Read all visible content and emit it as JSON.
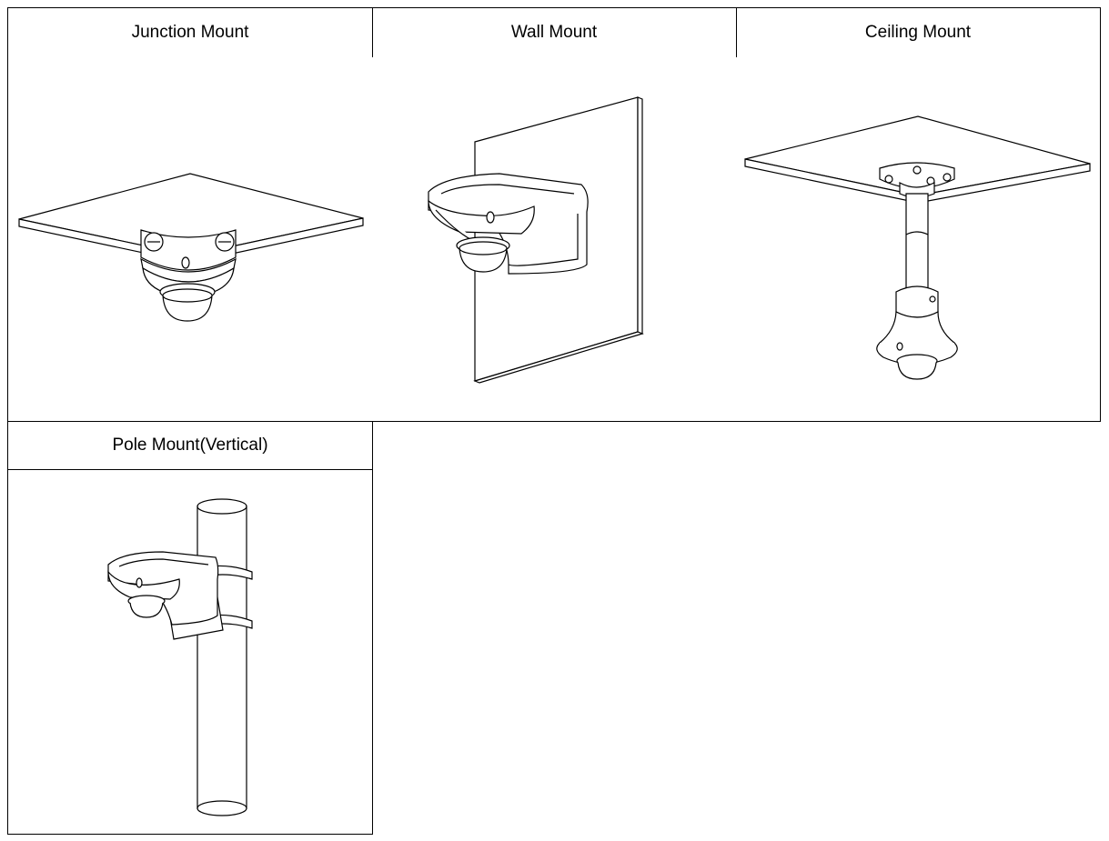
{
  "mounts": [
    {
      "label": "Junction Mount",
      "illustration": "junction-mount-illustration"
    },
    {
      "label": "Wall Mount",
      "illustration": "wall-mount-illustration"
    },
    {
      "label": "Ceiling Mount",
      "illustration": "ceiling-mount-illustration"
    },
    {
      "label": "Pole Mount(Vertical)",
      "illustration": "pole-mount-illustration"
    }
  ]
}
